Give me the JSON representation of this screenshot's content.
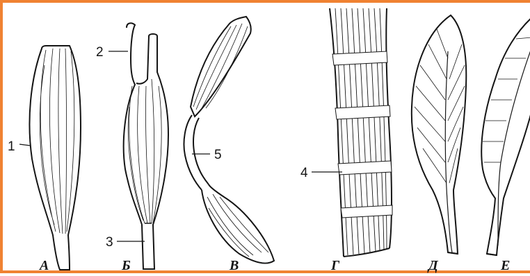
{
  "figure": {
    "border_color": "#f08232",
    "ink_color": "#151515",
    "muscles": [
      {
        "key": "a",
        "label": "А"
      },
      {
        "key": "b",
        "label": "Б"
      },
      {
        "key": "v",
        "label": "В"
      },
      {
        "key": "g",
        "label": "Г"
      },
      {
        "key": "d",
        "label": "Д"
      },
      {
        "key": "e",
        "label": "Е"
      }
    ],
    "callouts": [
      {
        "key": "c1",
        "number": "1"
      },
      {
        "key": "c2",
        "number": "2"
      },
      {
        "key": "c3",
        "number": "3"
      },
      {
        "key": "c4",
        "number": "4"
      },
      {
        "key": "c5",
        "number": "5"
      }
    ]
  }
}
